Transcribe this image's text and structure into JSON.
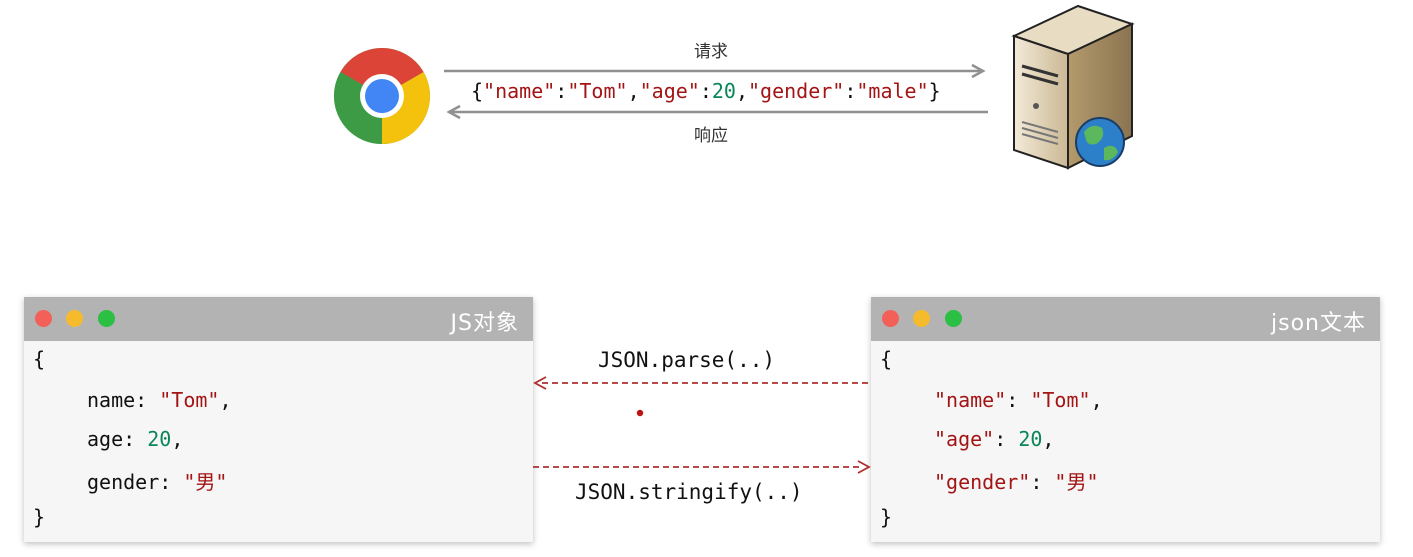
{
  "top": {
    "request_label": "请求",
    "response_label": "响应",
    "json_text": {
      "open": "{",
      "k_name": "\"name\"",
      "colon1": ":",
      "v_name": "\"Tom\"",
      "comma1": ",",
      "k_age": "\"age\"",
      "colon2": ":",
      "v_age": "20",
      "comma2": ",",
      "k_gender": "\"gender\"",
      "colon3": ":",
      "v_gender": "\"male\"",
      "close": "}"
    }
  },
  "left_panel": {
    "title": "JS对象",
    "open": "{",
    "lines": [
      {
        "key": "name",
        "sep": ": ",
        "value": "\"Tom\"",
        "end": ","
      },
      {
        "key": "age",
        "sep": ": ",
        "value": "20",
        "end": ","
      },
      {
        "key": "gender",
        "sep": ": ",
        "value": "\"男\"",
        "end": ""
      }
    ],
    "close": "}"
  },
  "right_panel": {
    "title": "json文本",
    "open": "{",
    "lines": [
      {
        "key": "\"name\"",
        "sep": ": ",
        "value": "\"Tom\"",
        "end": ","
      },
      {
        "key": "\"age\"",
        "sep": ": ",
        "value": "20",
        "end": ","
      },
      {
        "key": "\"gender\"",
        "sep": ": ",
        "value": "\"男\"",
        "end": ""
      }
    ],
    "close": "}"
  },
  "middle": {
    "parse_label": "JSON.parse(..)",
    "stringify_label": "JSON.stringify(..)"
  },
  "colors": {
    "dot_red": "#f26057",
    "dot_yellow": "#f6bb2d",
    "dot_green": "#2bbf44",
    "arrow_gray": "#909090",
    "arrow_red": "#b03030",
    "string_red": "#a31515",
    "number_green": "#098658"
  },
  "icons": {
    "browser": "chrome-icon",
    "server": "web-server-icon"
  }
}
